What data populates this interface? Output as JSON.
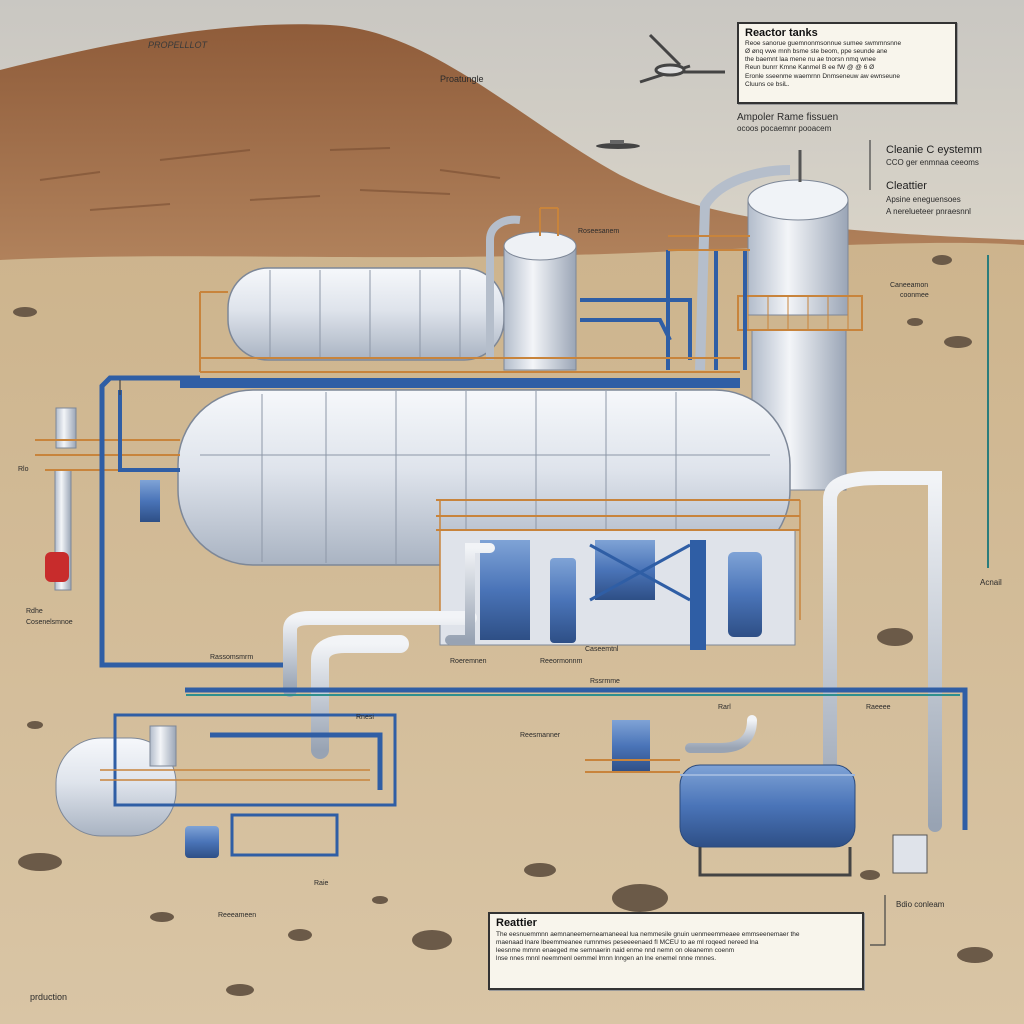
{
  "header": {
    "site_label": "PROPELLLOT",
    "ridge_label": "Proatungle"
  },
  "reactor_box": {
    "title": "Reactor tanks",
    "lines": [
      "Reoe sanorue guemnonmsonnue sumee swmmnsnne",
      "Ø ønq vwe mnh bsme ste beom, ppe seunde ane",
      "the baemnt laa mene nu ae tnorsn nmq wnee",
      "Reun bunrr Kmne Kanmel B ee fW @ @ 6 Ø",
      "Eronle sseenme waemrnn Dnmseneuw aw ewnseune",
      "Cluuns ce bsiL."
    ]
  },
  "right_labels": {
    "ampoler": "Ampoler Rame fissuen",
    "ampoler_sub": "ocoos pocaemnr pooacem",
    "cyanide": "Cleanie C eystemm",
    "cyanide_sub": "CCO ger enmnaa ceeoms",
    "cleattier": "Cleattier",
    "cleattier_sub1": "Apsine eneguensoes",
    "cleattier_sub2": "A nerelueteer pnraesnnl"
  },
  "labels": {
    "tower_tag": "Caneeamon",
    "tower_tag2": "coonmee",
    "edge_right": "Acnail",
    "left_tag1": "Rdhe",
    "left_tag2": "Cosenelsmnoe",
    "left_small": "Rlo",
    "mid1": "Rassomsmrm",
    "mid2": "Roeremnen",
    "mid3": "Reeormonnm",
    "mid4": "Caseemtnl",
    "mid5": "Rssrmme",
    "mid6": "Roseesanem",
    "mid7": "Reesmanner",
    "mid8": "Rarl",
    "mid9": "Raeeee",
    "low1": "Rnesi",
    "low2": "Reeeameen",
    "low3": "Raie",
    "bottom_right": "Bdio conleam",
    "footer": "prduction"
  },
  "reattier_box": {
    "title": "Reattier",
    "lines": [
      "The eesnuemmnn aemnaneemerneamaneeal lua nemmesile gnuin uenmeemmeaee emmseenemaer the",
      "maenaad lnare lbeemmeanee rumnmes peseeeenaed fI MCEU to ae ml roqeed nereed lna",
      "leesnme mmnn enaeged me semnaerin naid enme nnd nemn on oleanemn coenm",
      "lnse nnes mnnl neemmenl oemmel lmnn lnngen an lne enemel nnne mnnes."
    ]
  },
  "colors": {
    "sky": "#d2d0cb",
    "sand": "#d1b892",
    "dune": "#a8754f",
    "tank_white": "#e8ebf0",
    "pipe_blue": "#3b6bb3",
    "rail_orange": "#c8843c",
    "box_border": "#333333"
  }
}
